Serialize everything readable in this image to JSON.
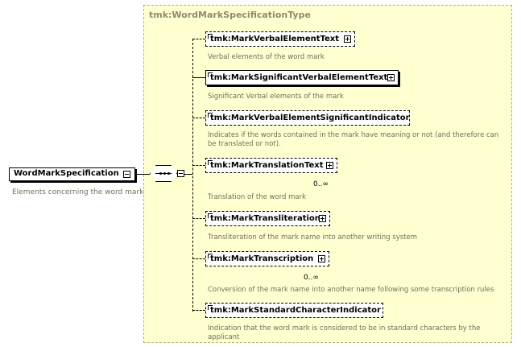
{
  "type_name": "tmk:WordMarkSpecificationType",
  "root": {
    "name": "WordMarkSpecification",
    "documentation": "Elements concerning the word mark"
  },
  "elements": [
    {
      "name": "tmk:MarkVerbalElementText",
      "documentation": "Verbal elements of the word mark",
      "cardinality": "",
      "required": false,
      "expandable": true
    },
    {
      "name": "tmk:MarkSignificantVerbalElementText",
      "documentation": "Significant Verbal elements of the mark",
      "cardinality": "",
      "required": true,
      "expandable": true
    },
    {
      "name": "tmk:MarkVerbalElementSignificantIndicator",
      "documentation": "Indicates if the words contained in the mark have meaning or not (and therefore can be translated or not).",
      "cardinality": "",
      "required": false,
      "expandable": false
    },
    {
      "name": "tmk:MarkTranslationText",
      "documentation": "Translation of the word mark",
      "cardinality": "0..∞",
      "required": false,
      "expandable": true
    },
    {
      "name": "tmk:MarkTransliteration",
      "documentation": "Transliteration of the mark name into another writing system",
      "cardinality": "",
      "required": false,
      "expandable": true
    },
    {
      "name": "tmk:MarkTranscription",
      "documentation": "Conversion of the mark name into another name following some transcription rules",
      "cardinality": "0..∞",
      "required": false,
      "expandable": true
    },
    {
      "name": "tmk:MarkStandardCharacterIndicator",
      "documentation": "Indication that the word mark is considered to be in standard characters by the applicant",
      "cardinality": "",
      "required": false,
      "expandable": false
    }
  ],
  "icons": {
    "sequence": "sequence-compositor-icon",
    "expand": "plus-icon",
    "collapse": "minus-icon",
    "element": "element-corner-icon"
  }
}
